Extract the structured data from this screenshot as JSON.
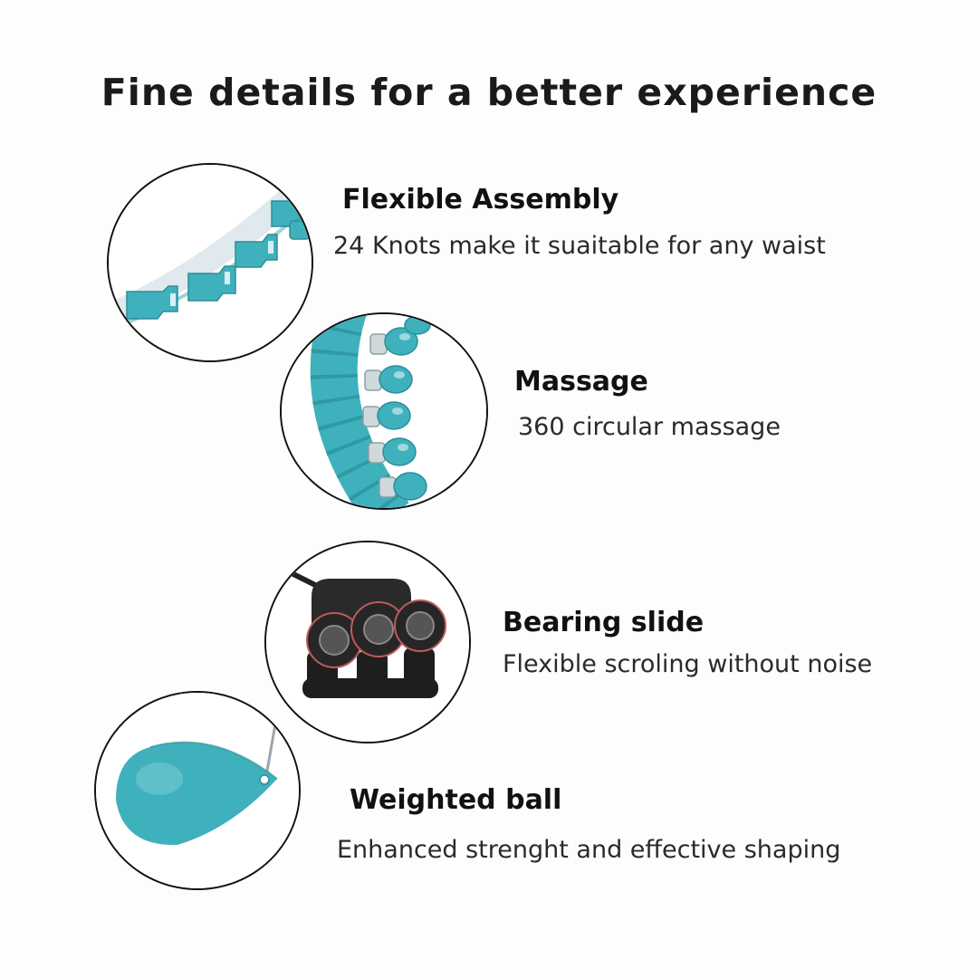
{
  "header": {
    "title": "Fine details for a better experience"
  },
  "features": [
    {
      "title": "Flexible Assembly",
      "description": "24 Knots make it suaitable for any waist",
      "image": "hoop-links-photo"
    },
    {
      "title": "Massage",
      "description": "360 circular massage",
      "image": "massage-nodes-photo"
    },
    {
      "title": "Bearing slide",
      "description": "Flexible scroling without noise",
      "image": "bearing-slide-photo"
    },
    {
      "title": "Weighted ball",
      "description": "Enhanced strenght and effective shaping",
      "image": "weighted-ball-photo"
    }
  ],
  "colors": {
    "accent_teal": "#3fb1bd",
    "text": "#111111",
    "background": "#fdfdfd"
  }
}
